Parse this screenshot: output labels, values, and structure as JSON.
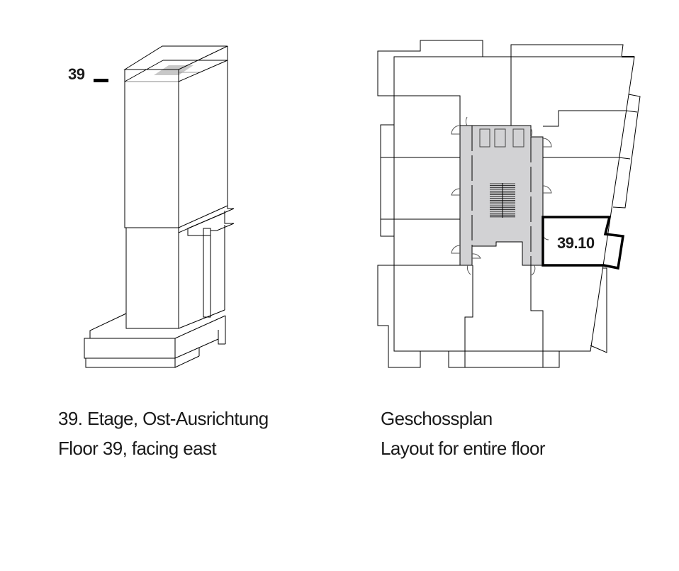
{
  "building_view": {
    "floor_marker": "39",
    "caption_title": "39. Etage, Ost-Ausrichtung",
    "caption_subtitle": "Floor 39, facing east"
  },
  "floor_plan": {
    "unit_label": "39.10",
    "caption_title": "Geschossplan",
    "caption_subtitle": "Layout for entire floor"
  },
  "colors": {
    "line": "#000000",
    "core_fill": "#d2d2d4",
    "floor_highlight": "#c8c8c8"
  }
}
